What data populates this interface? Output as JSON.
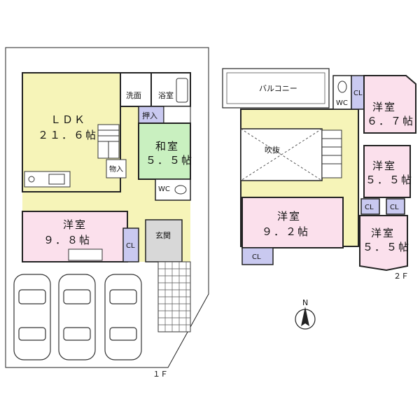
{
  "floor1": {
    "ldk_name": "ＬＤＫ",
    "ldk_size": "２１．６帖",
    "washroom": "洗面",
    "bath": "浴室",
    "closet_oshiire": "押入",
    "washitsu_name": "和室",
    "washitsu_size": "５．５帖",
    "storage": "物入",
    "wc": "WC",
    "western_name": "洋室",
    "western_size": "９．８帖",
    "cl": "CL",
    "entrance": "玄関",
    "floor_label": "１Ｆ"
  },
  "floor2": {
    "balcony": "バルコニー",
    "wc": "WC",
    "cl_top": "CL",
    "room_a_name": "洋室",
    "room_a_size": "６．７帖",
    "void": "吹抜",
    "room_b_name": "洋室",
    "room_b_size": "５．５帖",
    "cl_mid_1": "CL",
    "cl_mid_2": "CL",
    "room_c_name": "洋室",
    "room_c_size": "９．２帖",
    "room_d_name": "洋室",
    "room_d_size": "５．５帖",
    "cl_bottom": "CL",
    "floor_label": "２Ｆ"
  },
  "compass": {
    "north": "N"
  },
  "colors": {
    "ldk": "#f6f4b8",
    "western": "#fbe0ec",
    "washitsu": "#c9f0c0",
    "closet": "#c9c9f0",
    "hall": "#f6f4b8",
    "wet": "#ffffff",
    "entrance": "#d8d8d8",
    "wall": "#222222"
  }
}
